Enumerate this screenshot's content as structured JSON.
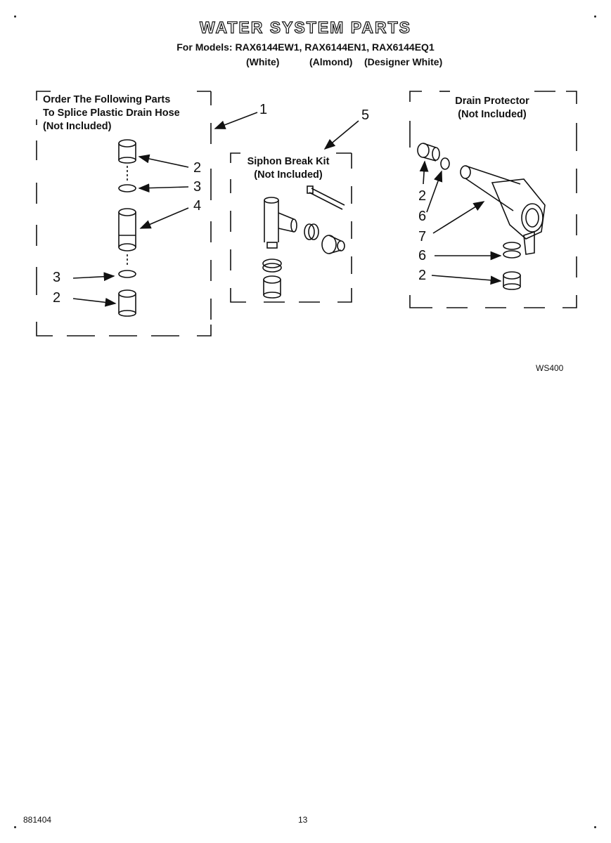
{
  "header": {
    "title": "WATER SYSTEM PARTS",
    "models_line": "For Models: RAX6144EW1, RAX6144EN1, RAX6144EQ1",
    "variants": [
      "(White)",
      "(Almond)",
      "(Designer White)"
    ]
  },
  "box_splice": {
    "label_lines": [
      "Order The Following Parts",
      "To Splice Plastic Drain Hose",
      "(Not Included)"
    ]
  },
  "box_siphon": {
    "label_lines": [
      "Siphon Break Kit",
      "(Not Included)"
    ]
  },
  "box_drain": {
    "label_lines": [
      "Drain Protector",
      "(Not Included)"
    ]
  },
  "callouts": {
    "c1": "1",
    "c2a": "2",
    "c3a": "3",
    "c4": "4",
    "c3b": "3",
    "c2b": "2",
    "c5": "5",
    "c2c": "2",
    "c6a": "6",
    "c7": "7",
    "c6b": "6",
    "c2d": "2"
  },
  "figure_code": "WS400",
  "footer": {
    "doc_number": "881404",
    "page_number": "13"
  }
}
